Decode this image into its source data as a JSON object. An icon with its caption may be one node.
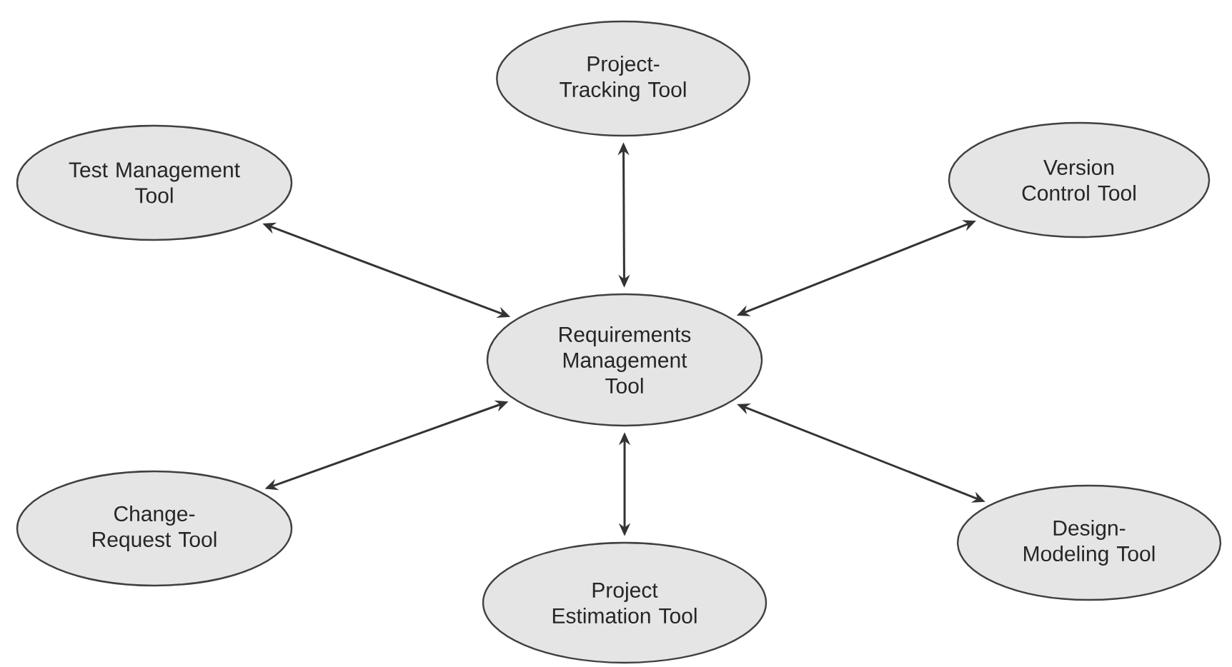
{
  "diagram": {
    "nodes": [
      {
        "text": [
          "Project-Tracking Tool"
        ]
      },
      {
        "text": [
          "Test Management Tool"
        ]
      },
      {
        "text": [
          "Version Control Tool"
        ]
      },
      {
        "text": [
          "Requirements Management Tool"
        ]
      },
      {
        "text": [
          "Change-Request Tool"
        ]
      },
      {
        "text": [
          "Design-Modeling Tool"
        ]
      },
      {
        "text": [
          "Project Estimation Tool"
        ]
      }
    ],
    "edges": [
      {
        "from": 3,
        "to": 0,
        "arrow": "both"
      },
      {
        "from": 3,
        "to": 1,
        "arrow": "both"
      },
      {
        "from": 3,
        "to": 2,
        "arrow": "both"
      },
      {
        "from": 3,
        "to": 4,
        "arrow": "both"
      },
      {
        "from": 3,
        "to": 5,
        "arrow": "both"
      },
      {
        "from": 3,
        "to": 6,
        "arrow": "both"
      }
    ]
  }
}
